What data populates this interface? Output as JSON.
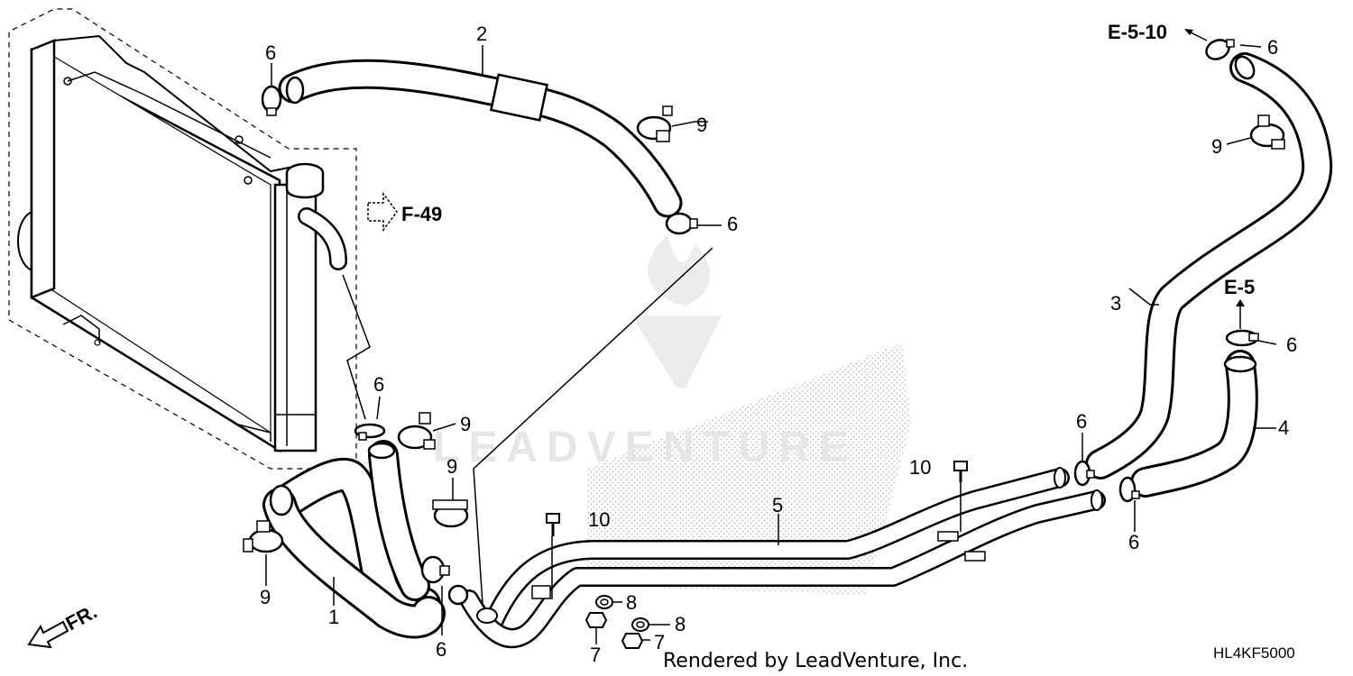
{
  "diagram": {
    "callouts": {
      "c1": "1",
      "c2": "2",
      "c3": "3",
      "c4": "4",
      "c5": "5",
      "c6a": "6",
      "c6b": "6",
      "c6c": "6",
      "c6d": "6",
      "c6e": "6",
      "c6f": "6",
      "c6g": "6",
      "c6h": "6",
      "c7a": "7",
      "c7b": "7",
      "c8a": "8",
      "c8b": "8",
      "c9a": "9",
      "c9b": "9",
      "c9c": "9",
      "c9d": "9",
      "c9e": "9",
      "c10a": "10",
      "c10b": "10"
    },
    "references": {
      "f49": "F-49",
      "e510": "E-5-10",
      "e5": "E-5"
    },
    "direction_label": "FR.",
    "footer": "Rendered by LeadVenture, Inc.",
    "diagram_code": "HL4KF5000",
    "watermark_text": "LEADVENTURE"
  }
}
